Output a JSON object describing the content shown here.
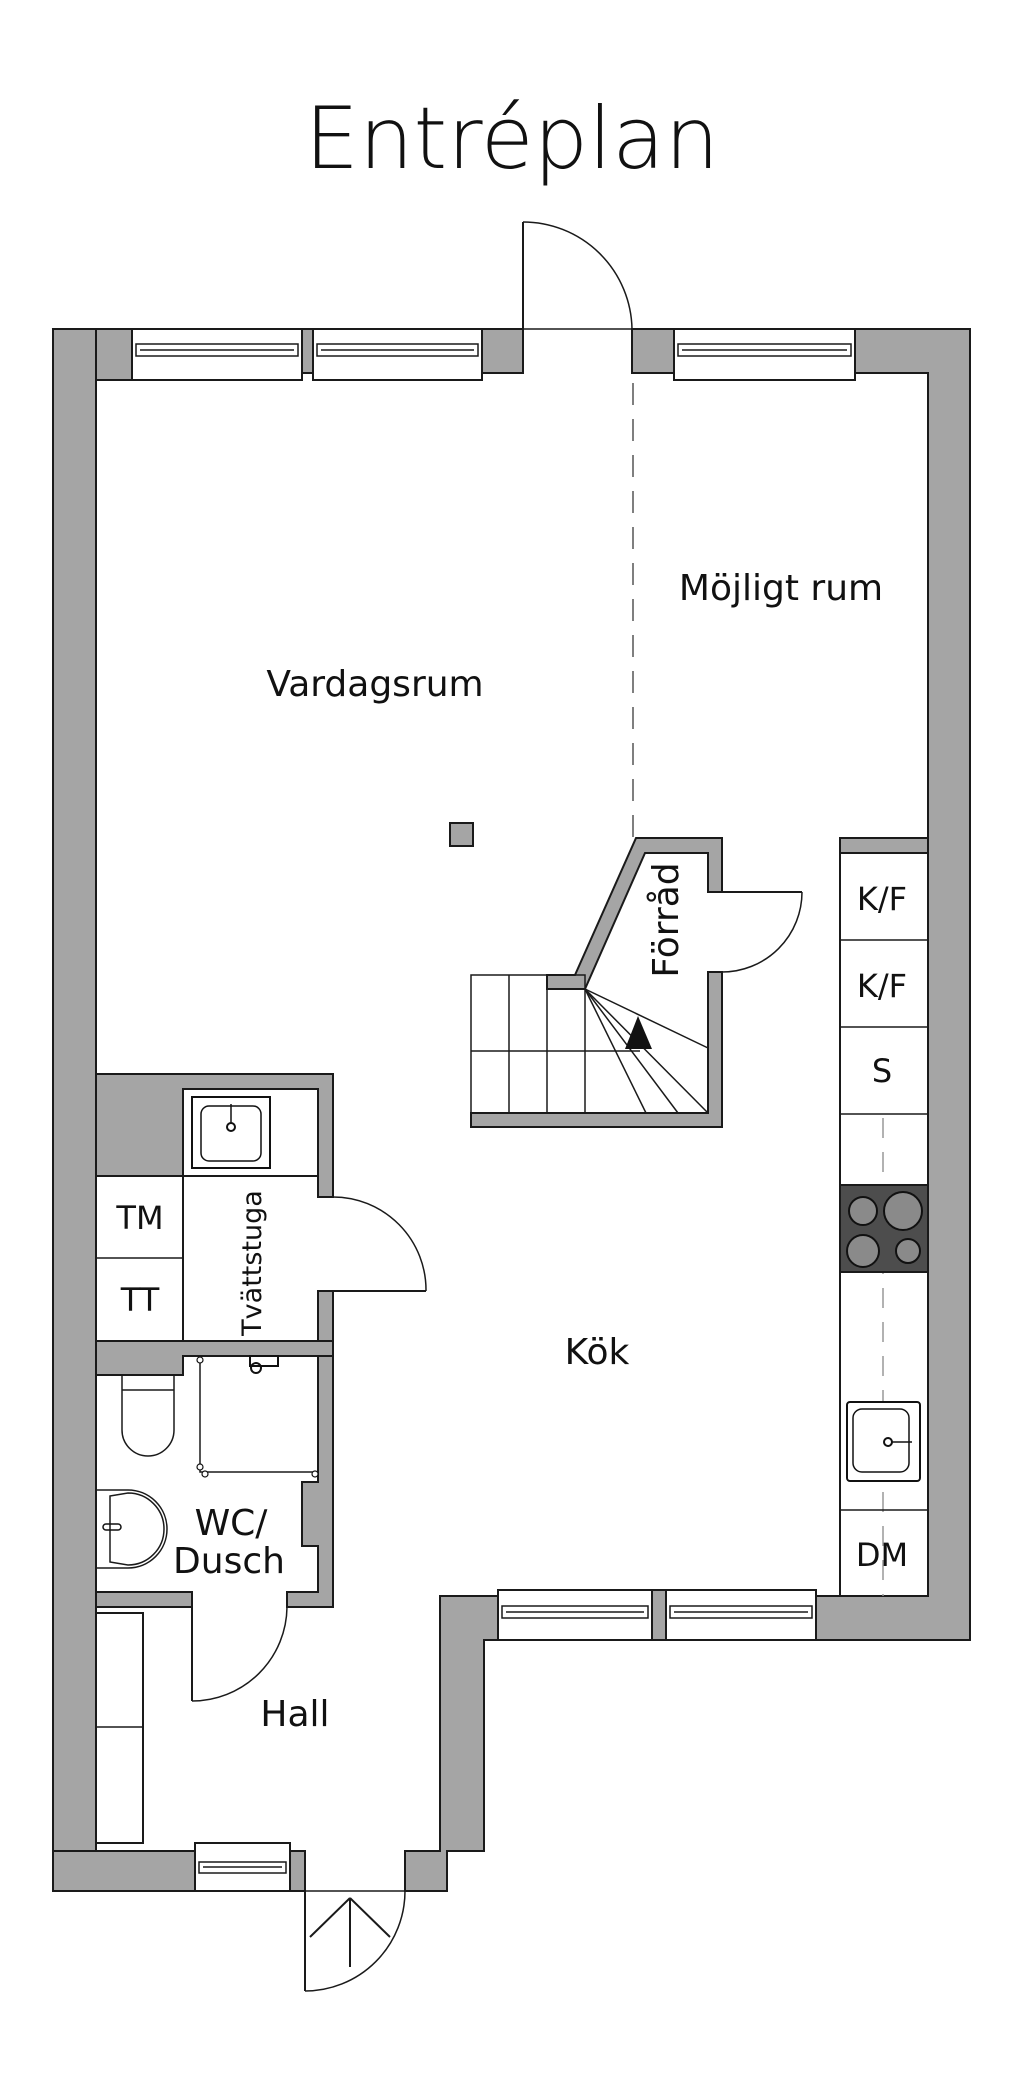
{
  "title": "Entréplan",
  "rooms": {
    "vardagsrum": "Vardagsrum",
    "mojligt_rum": "Möjligt rum",
    "forrad": "Förråd",
    "kok": "Kök",
    "tvattstuga": "Tvättstuga",
    "wc_line1": "WC/",
    "wc_line2": "Dusch",
    "hall": "Hall"
  },
  "appliances": {
    "kf1": "K/F",
    "kf2": "K/F",
    "s": "S",
    "dm": "DM",
    "tm": "TM",
    "tt": "TT"
  },
  "colors": {
    "wall": "#a5a5a5",
    "stove": "#4d4d4d",
    "line": "#1a1a1a"
  }
}
